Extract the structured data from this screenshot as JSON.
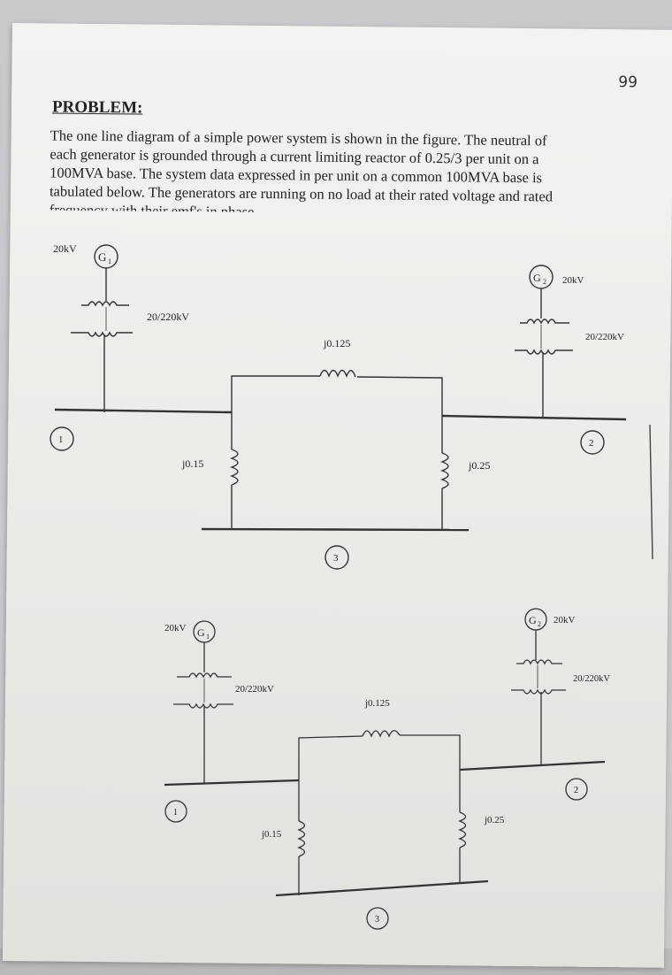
{
  "page_number": "99",
  "heading": "PROBLEM:",
  "paragraph_lines": [
    "The one line diagram of a simple power system is shown in the figure. The neutral of",
    "each generator is grounded through a current limiting reactor of 0.25/3 per unit on a",
    "100MVA base. The system data expressed in per unit on a common 100MVA base is",
    "tabulated below. The generators are running on no load at their rated voltage and rated",
    "frequency with their emf's in phase"
  ],
  "diagram_top": {
    "gen1_voltage": "20kV",
    "gen1_label": "G",
    "gen1_sub": "1",
    "tx1_rating": "20/220kV",
    "gen2_voltage": "20kV",
    "gen2_label": "G",
    "gen2_sub": "2",
    "tx2_rating": "20/220kV",
    "line12": "j0.125",
    "line13": "j0.15",
    "line23": "j0.25",
    "bus1": "1",
    "bus2": "2",
    "bus3": "3"
  },
  "diagram_bottom": {
    "gen1_voltage": "20kV",
    "gen1_label": "G",
    "gen1_sub": "1",
    "tx1_rating": "20/220kV",
    "gen2_voltage": "20kV",
    "gen2_label": "G",
    "gen2_sub": "2",
    "tx2_rating": "20/220kV",
    "line12": "j0.125",
    "line13": "j0.15",
    "line23": "j0.25",
    "bus1": "1",
    "bus2": "2",
    "bus3": "3"
  }
}
